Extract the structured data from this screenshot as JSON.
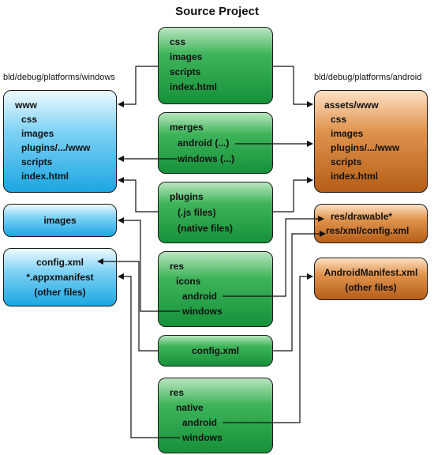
{
  "title": "Source Project",
  "labels": {
    "windows": "bld/debug/platforms/windows",
    "android": "bld/debug/platforms/android"
  },
  "source": {
    "www": [
      "css",
      "images",
      "scripts",
      "index.html"
    ],
    "merges": [
      "merges",
      "android (...)",
      "windows (...)"
    ],
    "plugins": [
      "plugins",
      "(.js files)",
      "(native files)"
    ],
    "res1": [
      "res",
      "icons",
      "android",
      "windows"
    ],
    "config": "config.xml",
    "res2": [
      "res",
      "native",
      "android",
      "windows"
    ]
  },
  "windows": {
    "www": [
      "www",
      "css",
      "images",
      "plugins/.../www",
      "scripts",
      "index.html"
    ],
    "images": "images",
    "config": [
      "config.xml",
      "*.appxmanifest",
      "(other files)"
    ]
  },
  "android": {
    "assets": [
      "assets/www",
      "css",
      "images",
      "plugins/.../www",
      "scripts",
      "index.html"
    ],
    "res": [
      "res/drawable*",
      "res/xml/config.xml"
    ],
    "manifest": [
      "AndroidManifest.xml",
      "(other files)"
    ]
  },
  "colors": {
    "source": "#16913a",
    "windows": "#1ba6e2",
    "android": "#b55e18"
  }
}
